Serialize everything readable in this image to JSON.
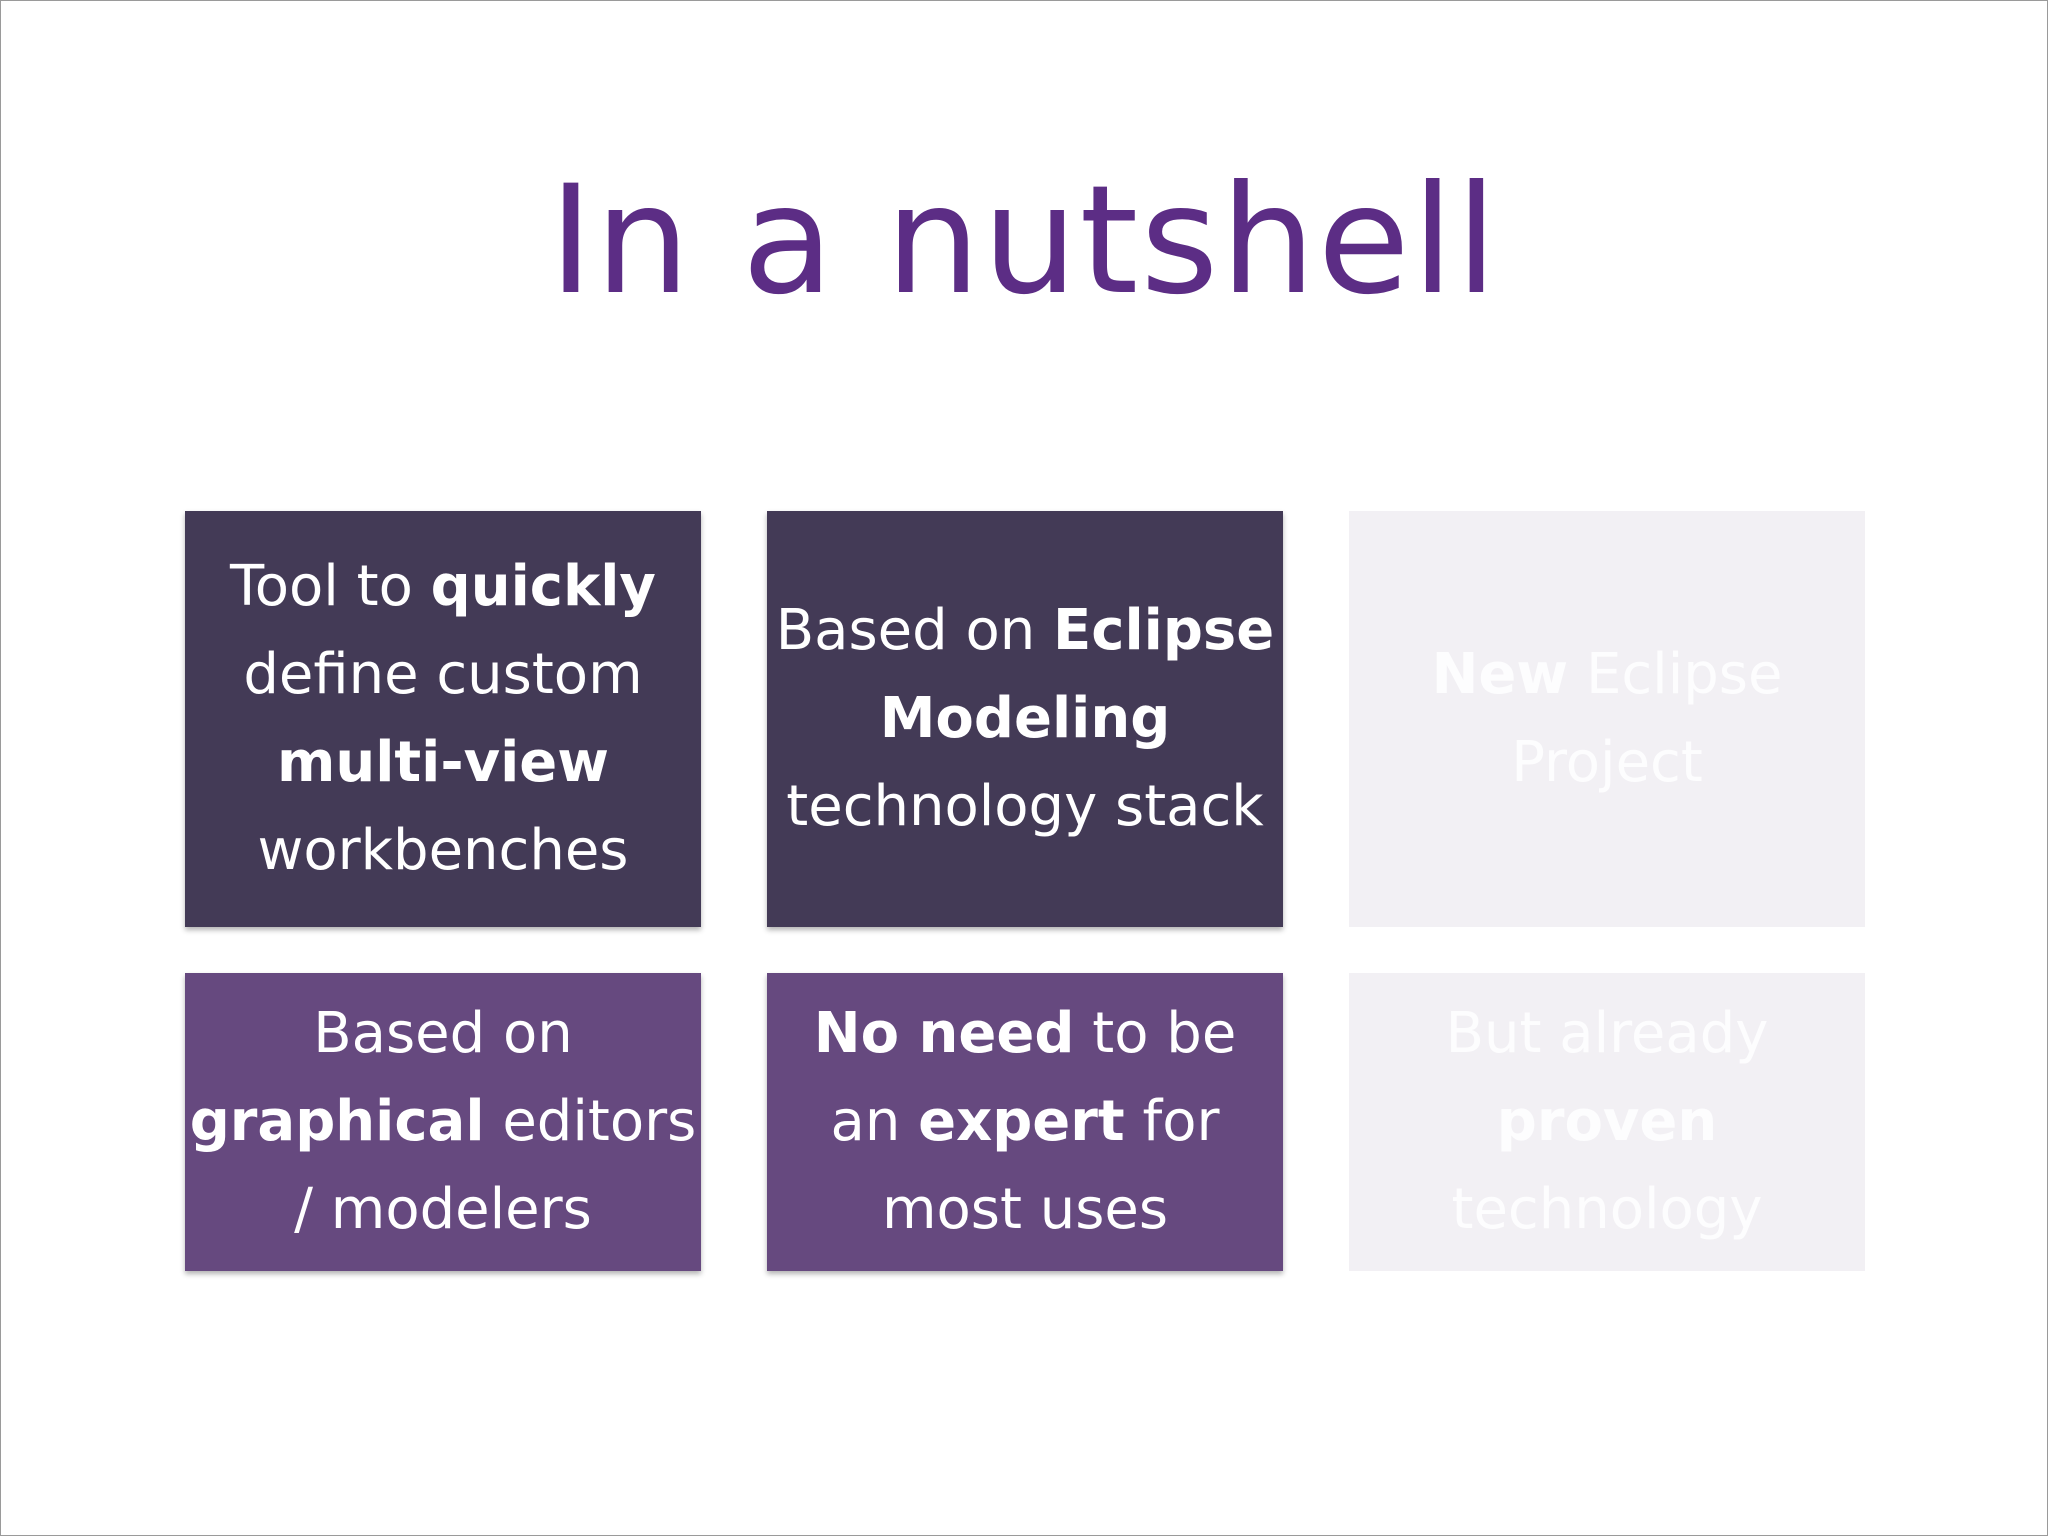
{
  "slide": {
    "title": "In a nutshell",
    "colors": {
      "title": "#5c2d85",
      "card_dark": "#433a56",
      "card_purple": "#66497f",
      "card_ghost": "#f2f0f4"
    },
    "cards": [
      {
        "line1": {
          "t1": "Tool to ",
          "b1": "quickly"
        },
        "line2": {
          "t1": "define custom"
        },
        "line3": {
          "b1": "multi-view"
        },
        "line4": {
          "t1": "workbenches"
        }
      },
      {
        "line1": {
          "t1": "Based on ",
          "b1": "Eclipse"
        },
        "line2": {
          "b1": "Modeling"
        },
        "line3": {
          "t1": "technology stack"
        }
      },
      {
        "line1": {
          "b1": "New",
          "t1": " Eclipse"
        },
        "line2": {
          "t1": "Project"
        }
      },
      {
        "line1": {
          "t1": "Based on"
        },
        "line2": {
          "b1": "graphical",
          "t1": " editors"
        },
        "line3": {
          "t1": "/ modelers"
        }
      },
      {
        "line1": {
          "b1": "No need",
          "t1": " to be"
        },
        "line2": {
          "t1": "an ",
          "b1": "expert",
          "t2": " for"
        },
        "line3": {
          "t1": "most uses"
        }
      },
      {
        "line1": {
          "t1": "But already"
        },
        "line2": {
          "b1": "proven"
        },
        "line3": {
          "t1": "technology"
        }
      }
    ]
  }
}
